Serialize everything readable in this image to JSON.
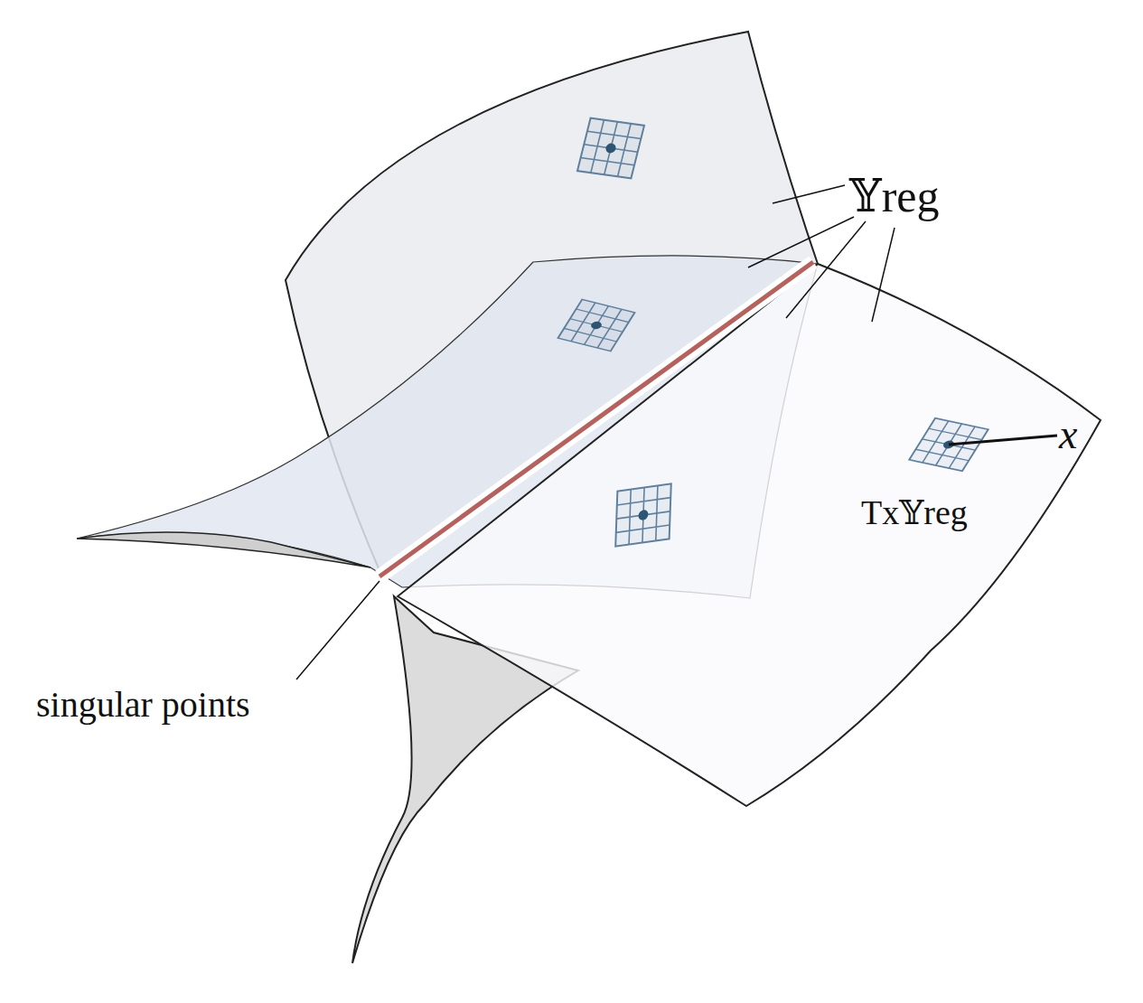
{
  "diagram": {
    "labels": [
      "𝕐reg",
      "x",
      "Tx𝕐reg",
      "singular points"
    ]
  }
}
